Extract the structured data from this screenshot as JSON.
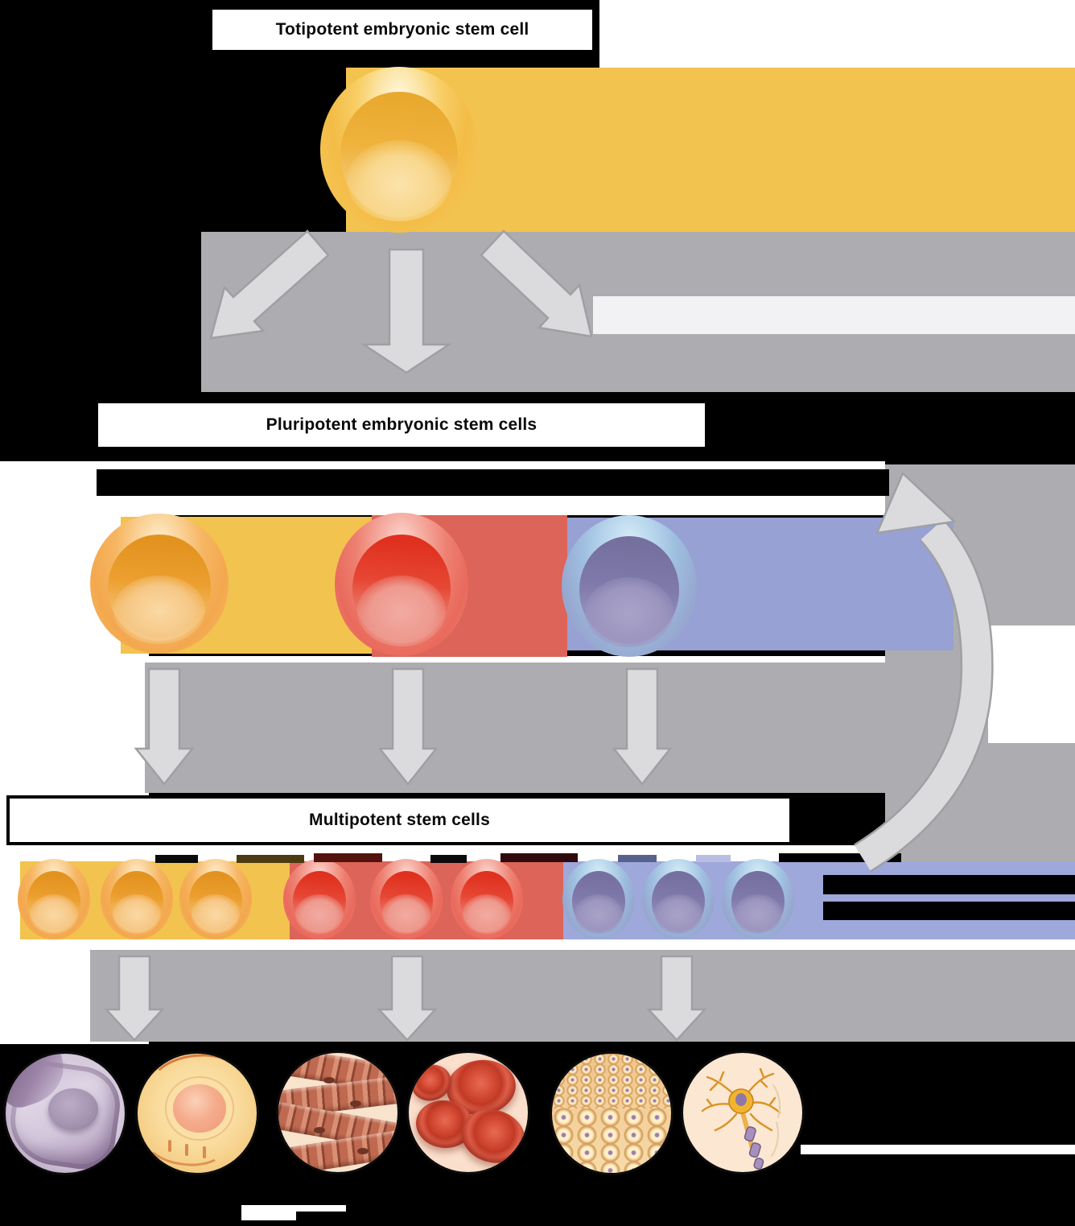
{
  "boxes": {
    "totipotent": "Totipotent embryonic stem cell",
    "pluripotent": "Pluripotent embryonic stem cells",
    "multipotent": "Multipotent stem cells"
  },
  "rows": {
    "totipotent_cell_count": 1,
    "pluripotent_cell_count": 3,
    "multipotent_cell_count": 9,
    "multipotent_group_colors": [
      "yellow",
      "red",
      "blue"
    ]
  },
  "differentiated_cell_images": [
    "polygonal-connective-tissue-cell",
    "stem-like-cell-with-nucleus",
    "striated-muscle-fibers",
    "red-blood-cells",
    "epithelial-tissue",
    "neuron"
  ],
  "colors": {
    "page-bg": "#000000",
    "box-bg": "#FFFFFF",
    "box-border": "#000000",
    "yellow-band": "#F2C34E",
    "red-band": "#DC6458",
    "blue-band": "#98A1D3",
    "blue-band-light": "#9FA8DA",
    "gray-band": "#ADADB1",
    "arrow-fill": "#DBDBDD",
    "arrow-stroke": "#9EA0A4"
  }
}
